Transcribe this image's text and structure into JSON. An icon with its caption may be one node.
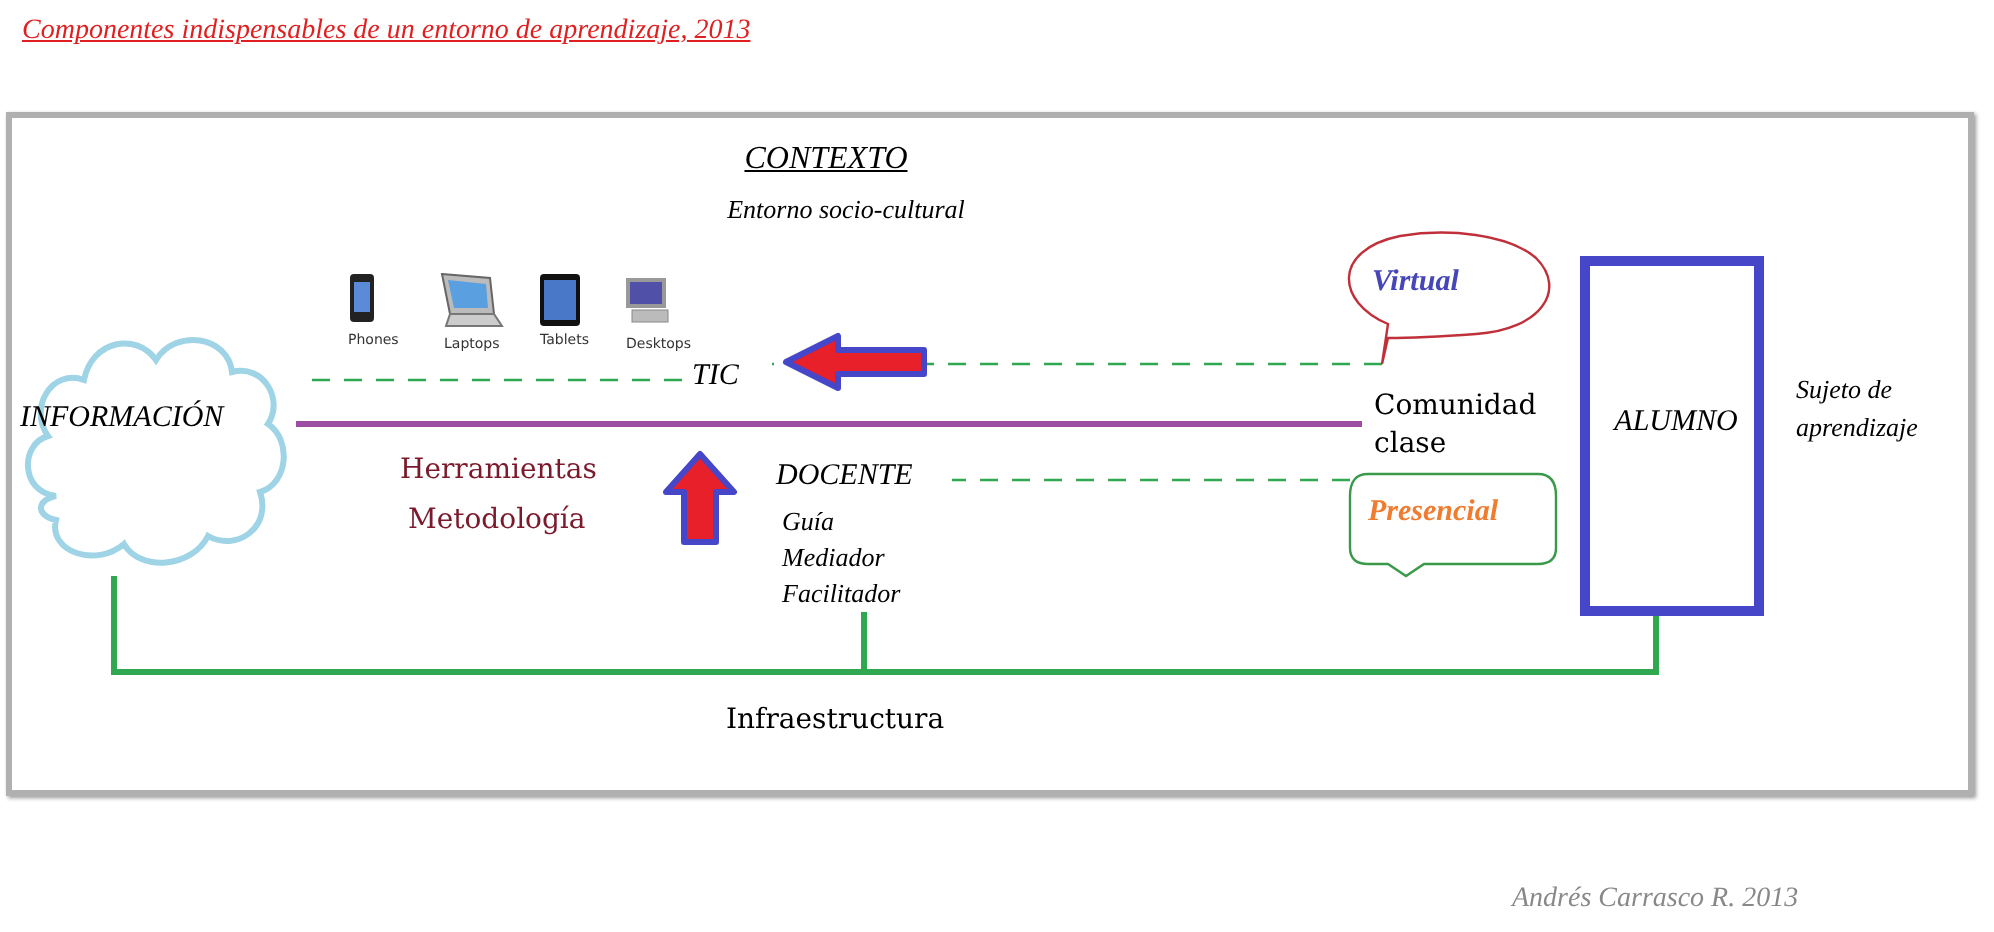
{
  "diagram": {
    "title": "Componentes indispensables de un entorno de aprendizaje, 2013",
    "caption": "Andrés Carrasco R. 2013",
    "nodes": [
      {
        "text": [
          "CONTEXTO",
          "Entorno socio-cultural"
        ]
      },
      {
        "text": [
          "INFORMACIÓN"
        ],
        "in": 0
      },
      {
        "text": [
          "TIC"
        ],
        "in": 0
      },
      {
        "text": [
          "Virtual"
        ],
        "in": 0
      },
      {
        "text": [
          "Comunidad clase"
        ],
        "in": 0
      },
      {
        "text": [
          "ALUMNO"
        ],
        "in": 0,
        "beside": [
          "Sujeto de aprendizaje"
        ]
      },
      {
        "text": [
          "DOCENTE",
          "Guía Mediador Facilitador"
        ],
        "in": 0
      },
      {
        "text": [
          "Presencial"
        ],
        "in": 0
      }
    ],
    "edges": [
      {
        "from": 2,
        "to": 1,
        "arrow": "none",
        "style": "dashed"
      },
      {
        "from": 3,
        "to": 2,
        "arrow": "none",
        "style": "dashed"
      },
      {
        "from": 1,
        "to": 4,
        "arrow": "none",
        "style": "thick",
        "color": "#9b4ea2"
      },
      {
        "from": 7,
        "to": 6,
        "arrow": "none",
        "style": "dashed"
      },
      {
        "from": 1,
        "to": 5,
        "arrow": "none",
        "style": "thick"
      },
      {
        "from": 6,
        "to": 5,
        "arrow": "none",
        "style": "thick"
      }
    ],
    "labels": [
      "Phones",
      "Laptops",
      "Tablets",
      "Desktops",
      "Herramientas",
      "Metodología",
      "Infraestructura"
    ]
  }
}
